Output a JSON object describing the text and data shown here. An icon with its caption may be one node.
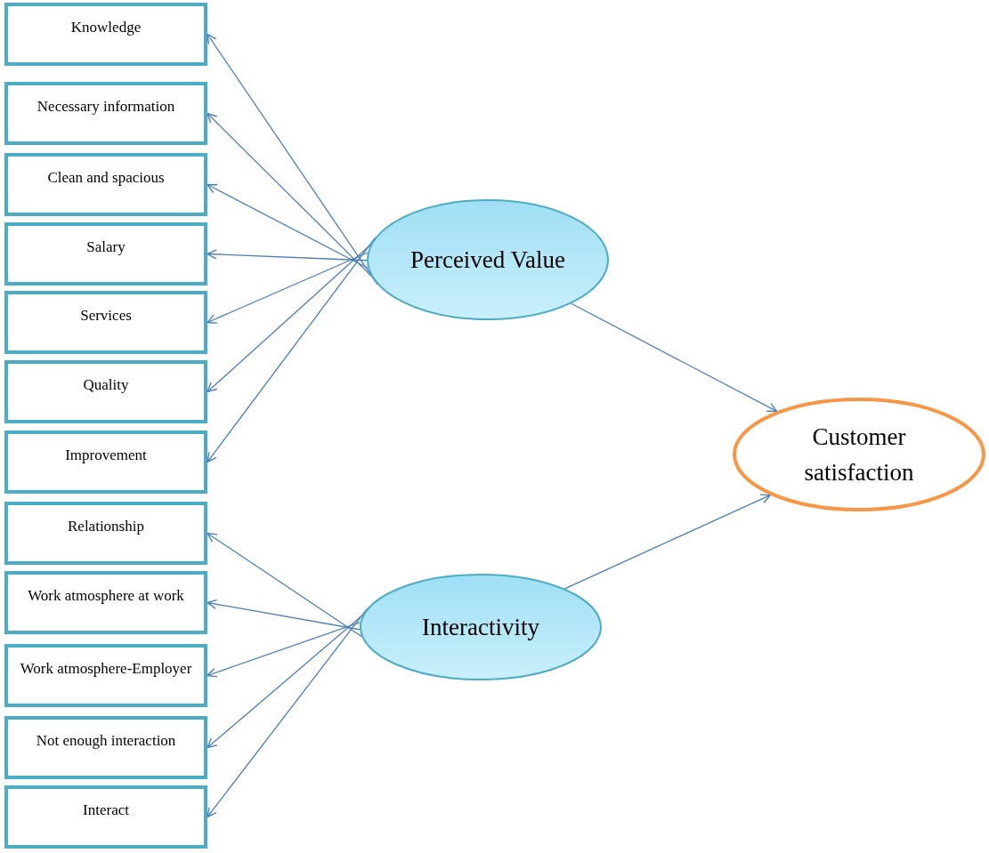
{
  "diagram": {
    "nodes": [
      {
        "text": [
          "Knowledge"
        ]
      },
      {
        "text": [
          "Necessary information"
        ]
      },
      {
        "text": [
          "Clean and spacious"
        ]
      },
      {
        "text": [
          "Salary"
        ]
      },
      {
        "text": [
          "Services"
        ]
      },
      {
        "text": [
          "Quality"
        ]
      },
      {
        "text": [
          "Improvement"
        ]
      },
      {
        "text": [
          "Relationship"
        ]
      },
      {
        "text": [
          "Work atmosphere at work"
        ]
      },
      {
        "text": [
          "Work atmosphere-Employer"
        ]
      },
      {
        "text": [
          "Not enough interaction"
        ]
      },
      {
        "text": [
          "Interact"
        ]
      },
      {
        "text": [
          "Perceived Value"
        ]
      },
      {
        "text": [
          "Interactivity"
        ]
      },
      {
        "text": [
          "Customer satisfaction"
        ]
      }
    ],
    "edges": [
      {
        "from": 12,
        "to": 0,
        "arrow": "to"
      },
      {
        "from": 12,
        "to": 1,
        "arrow": "to"
      },
      {
        "from": 12,
        "to": 2,
        "arrow": "to"
      },
      {
        "from": 12,
        "to": 3,
        "arrow": "to"
      },
      {
        "from": 12,
        "to": 4,
        "arrow": "to"
      },
      {
        "from": 12,
        "to": 5,
        "arrow": "to"
      },
      {
        "from": 12,
        "to": 6,
        "arrow": "to"
      },
      {
        "from": 13,
        "to": 7,
        "arrow": "to"
      },
      {
        "from": 13,
        "to": 8,
        "arrow": "to"
      },
      {
        "from": 13,
        "to": 9,
        "arrow": "to"
      },
      {
        "from": 13,
        "to": 10,
        "arrow": "to"
      },
      {
        "from": 13,
        "to": 11,
        "arrow": "to"
      },
      {
        "from": 12,
        "to": 14,
        "arrow": "to"
      },
      {
        "from": 13,
        "to": 14,
        "arrow": "to"
      }
    ]
  }
}
